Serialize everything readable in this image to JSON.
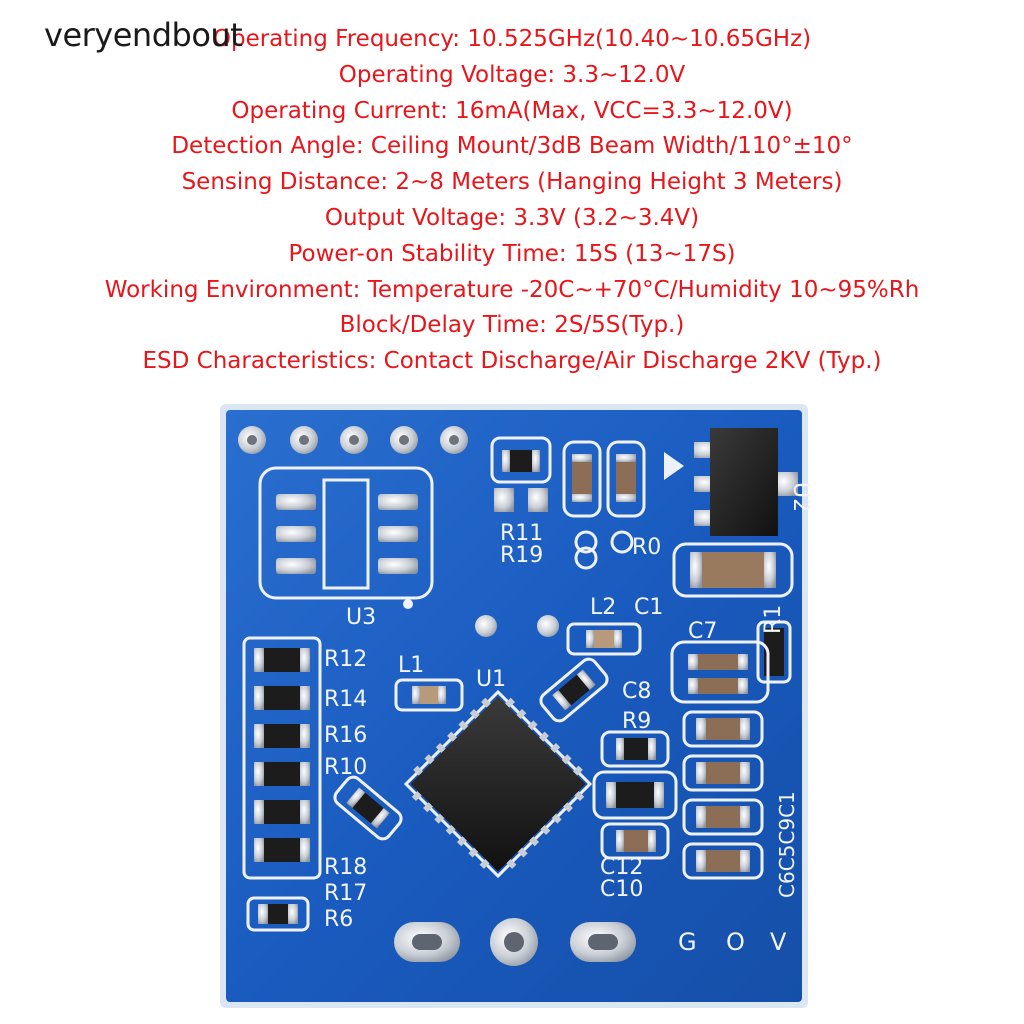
{
  "watermark": "veryendbout",
  "specs": [
    "Operating Frequency: 10.525GHz(10.40~10.65GHz)",
    "Operating Voltage: 3.3~12.0V",
    "Operating Current: 16mA(Max, VCC=3.3~12.0V)",
    "Detection Angle: Ceiling Mount/3dB Beam Width/110°±10°",
    "Sensing Distance: 2~8 Meters (Hanging Height 3 Meters)",
    "Output Voltage: 3.3V (3.2~3.4V)",
    "Power-on Stability Time: 15S (13~17S)",
    "Working Environment: Temperature -20C~+70°C/Humidity 10~95%Rh",
    "Block/Delay Time: 2S/5S(Typ.)",
    "ESD Characteristics: Contact Discharge/Air Discharge 2KV (Typ.)"
  ],
  "silkscreen": {
    "u2": "U2",
    "u3": "U3",
    "u1": "U1",
    "r11": "R11",
    "r19": "R19",
    "r0": "R0",
    "l2": "L2",
    "c1": "C1",
    "r1": "R1",
    "c7": "C7",
    "r12": "R12",
    "l1": "L1",
    "r14": "R14",
    "c8": "C8",
    "r9": "R9",
    "r16": "R16",
    "r10": "R10",
    "c12": "C12",
    "c10": "C10",
    "r18": "R18",
    "r17": "R17",
    "r6": "R6",
    "caps_right": "C6C5C9C1",
    "pin_g": "G",
    "pin_o": "O",
    "pin_v": "V"
  },
  "colors": {
    "spec_text": "#e8151a",
    "board": "#1a5bbf",
    "board_edge": "#d9e6f5",
    "silkscreen": "#f2f4f8"
  }
}
